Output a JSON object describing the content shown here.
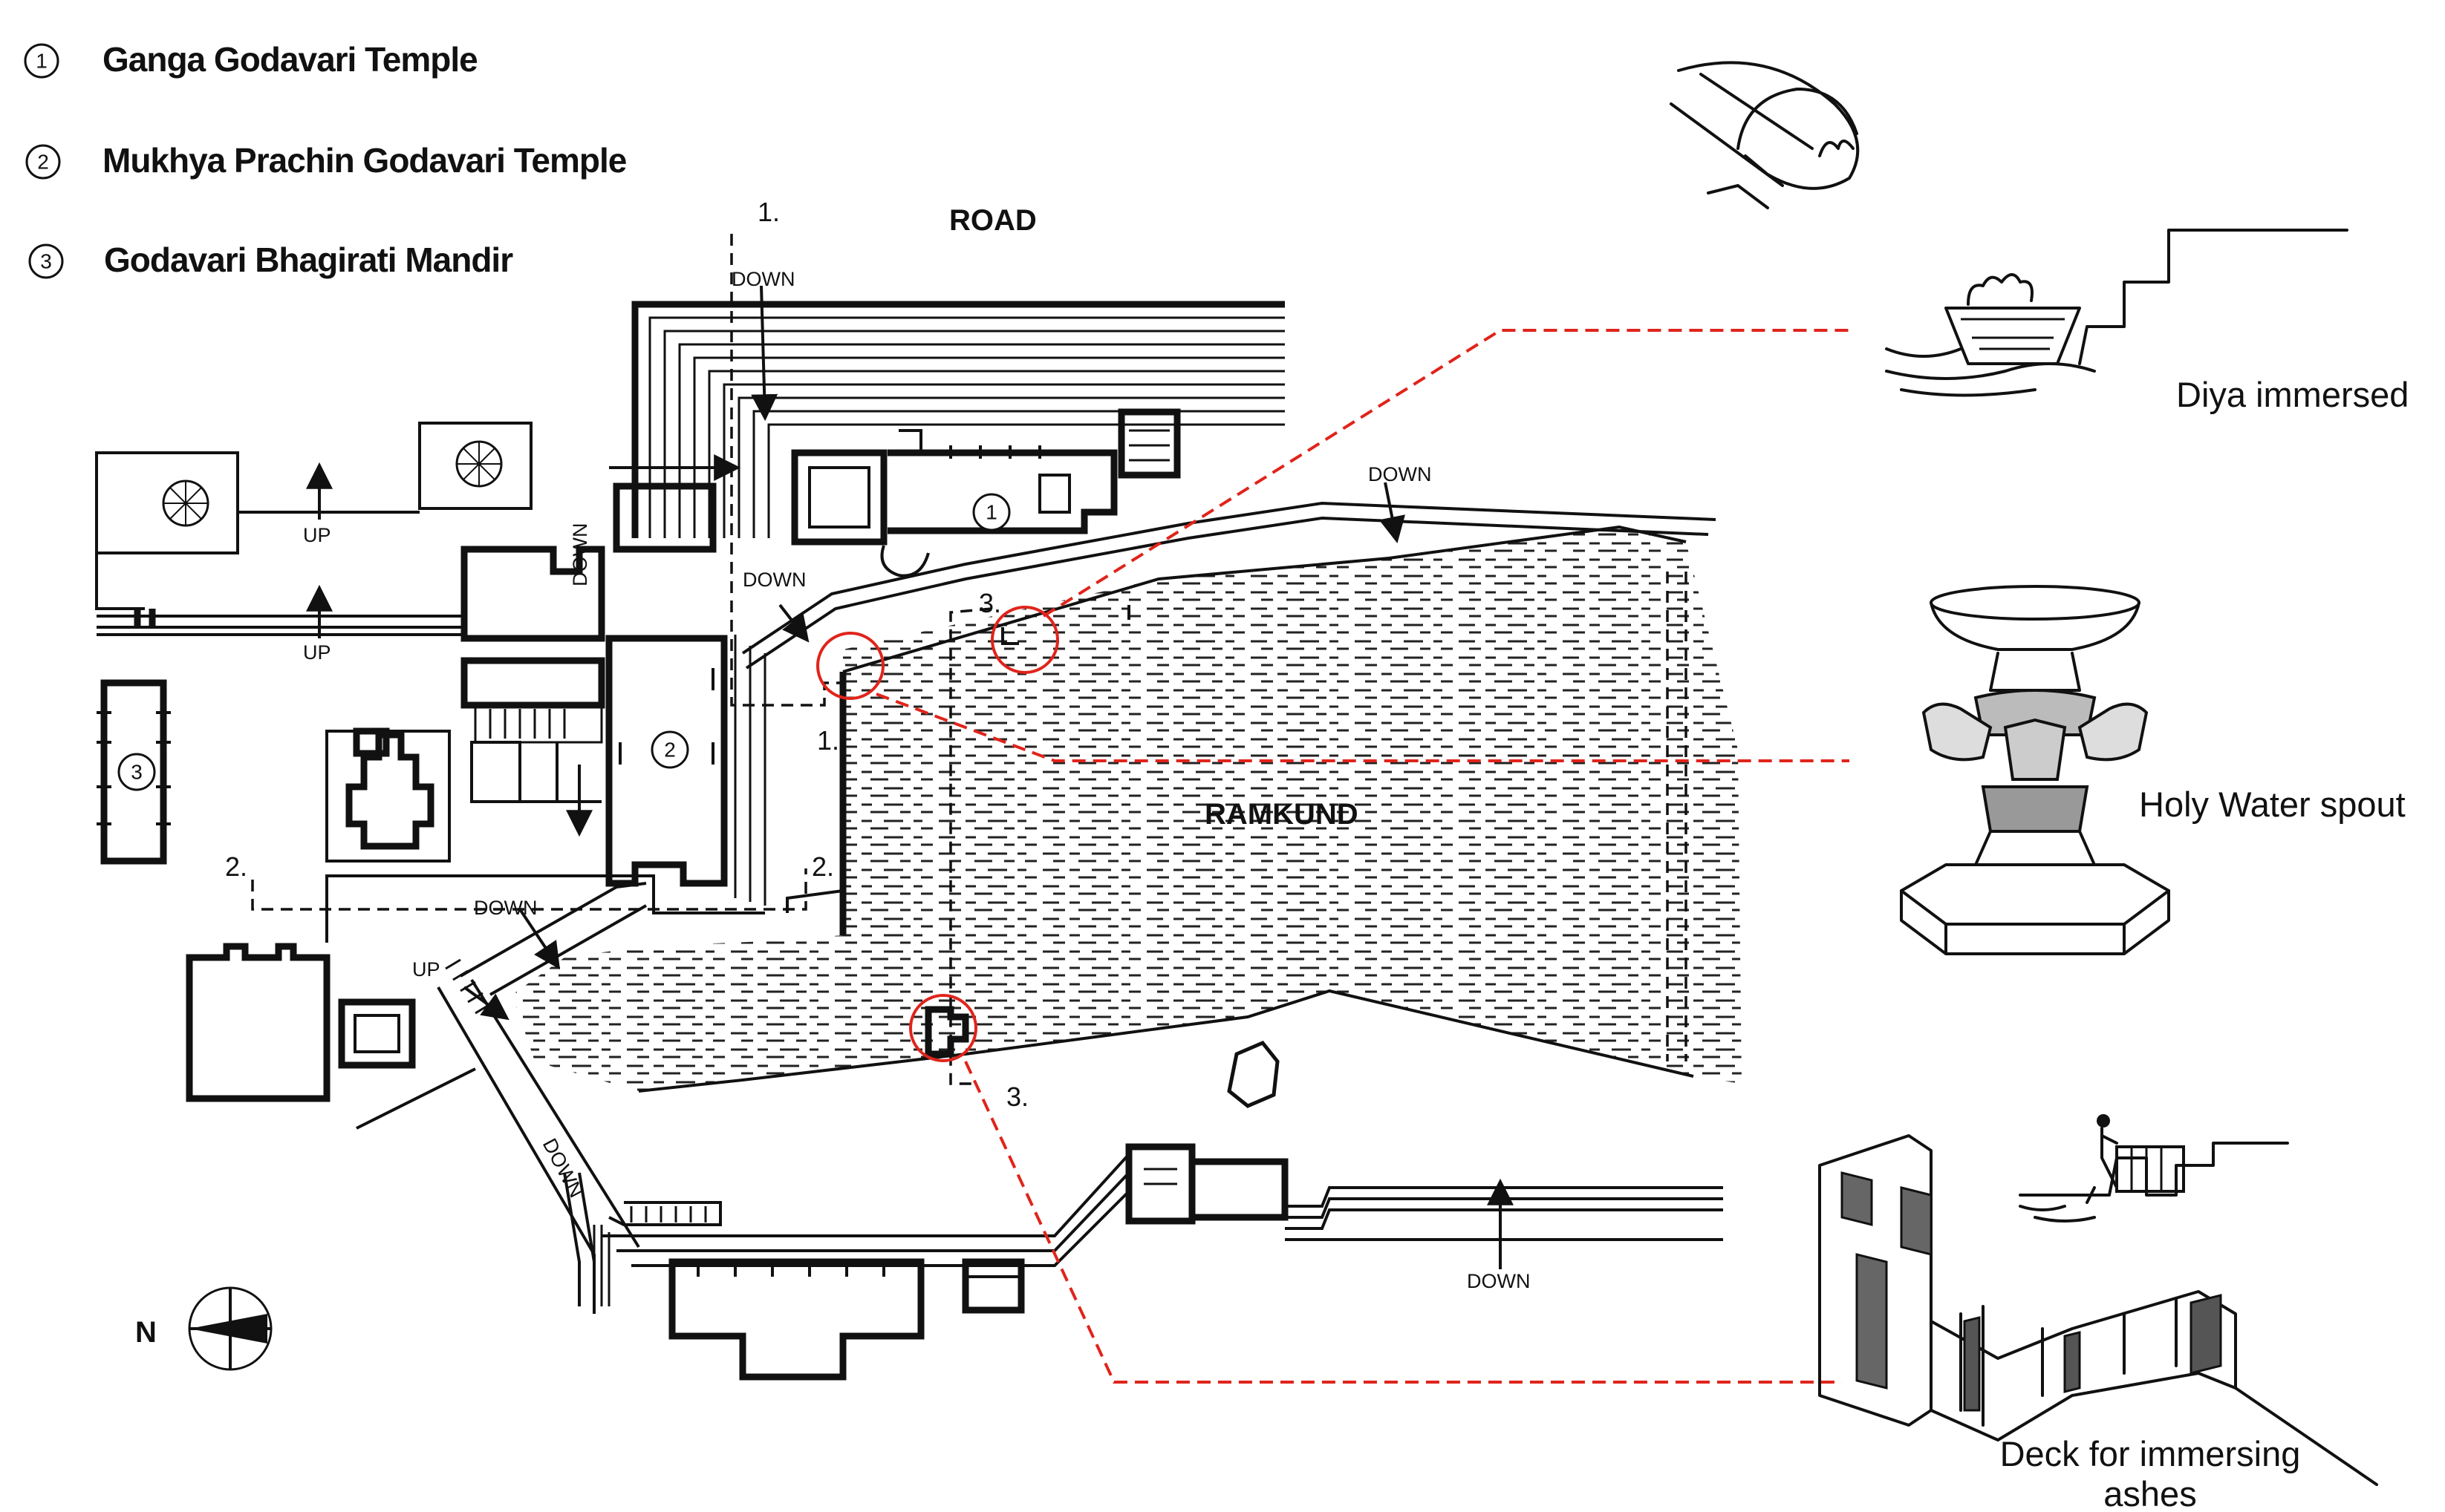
{
  "legend": [
    {
      "num": "1",
      "label": "Ganga Godavari Temple"
    },
    {
      "num": "2",
      "label": "Mukhya Prachin Godavari Temple"
    },
    {
      "num": "3",
      "label": "Godavari Bhagirati Mandir"
    }
  ],
  "plan": {
    "road_label": "ROAD",
    "water_label": "RAMKUND",
    "north_label": "N",
    "down_label": "DOWN",
    "up_label": "UP",
    "section_markers": [
      "1.",
      "2.",
      "3."
    ]
  },
  "callouts": {
    "diya": "Diya immersed",
    "spout": "Holy Water spout",
    "deck": "Deck for immersing ashes"
  },
  "colors": {
    "ink": "#111111",
    "callout_line": "#e0241b",
    "background": "#ffffff"
  }
}
